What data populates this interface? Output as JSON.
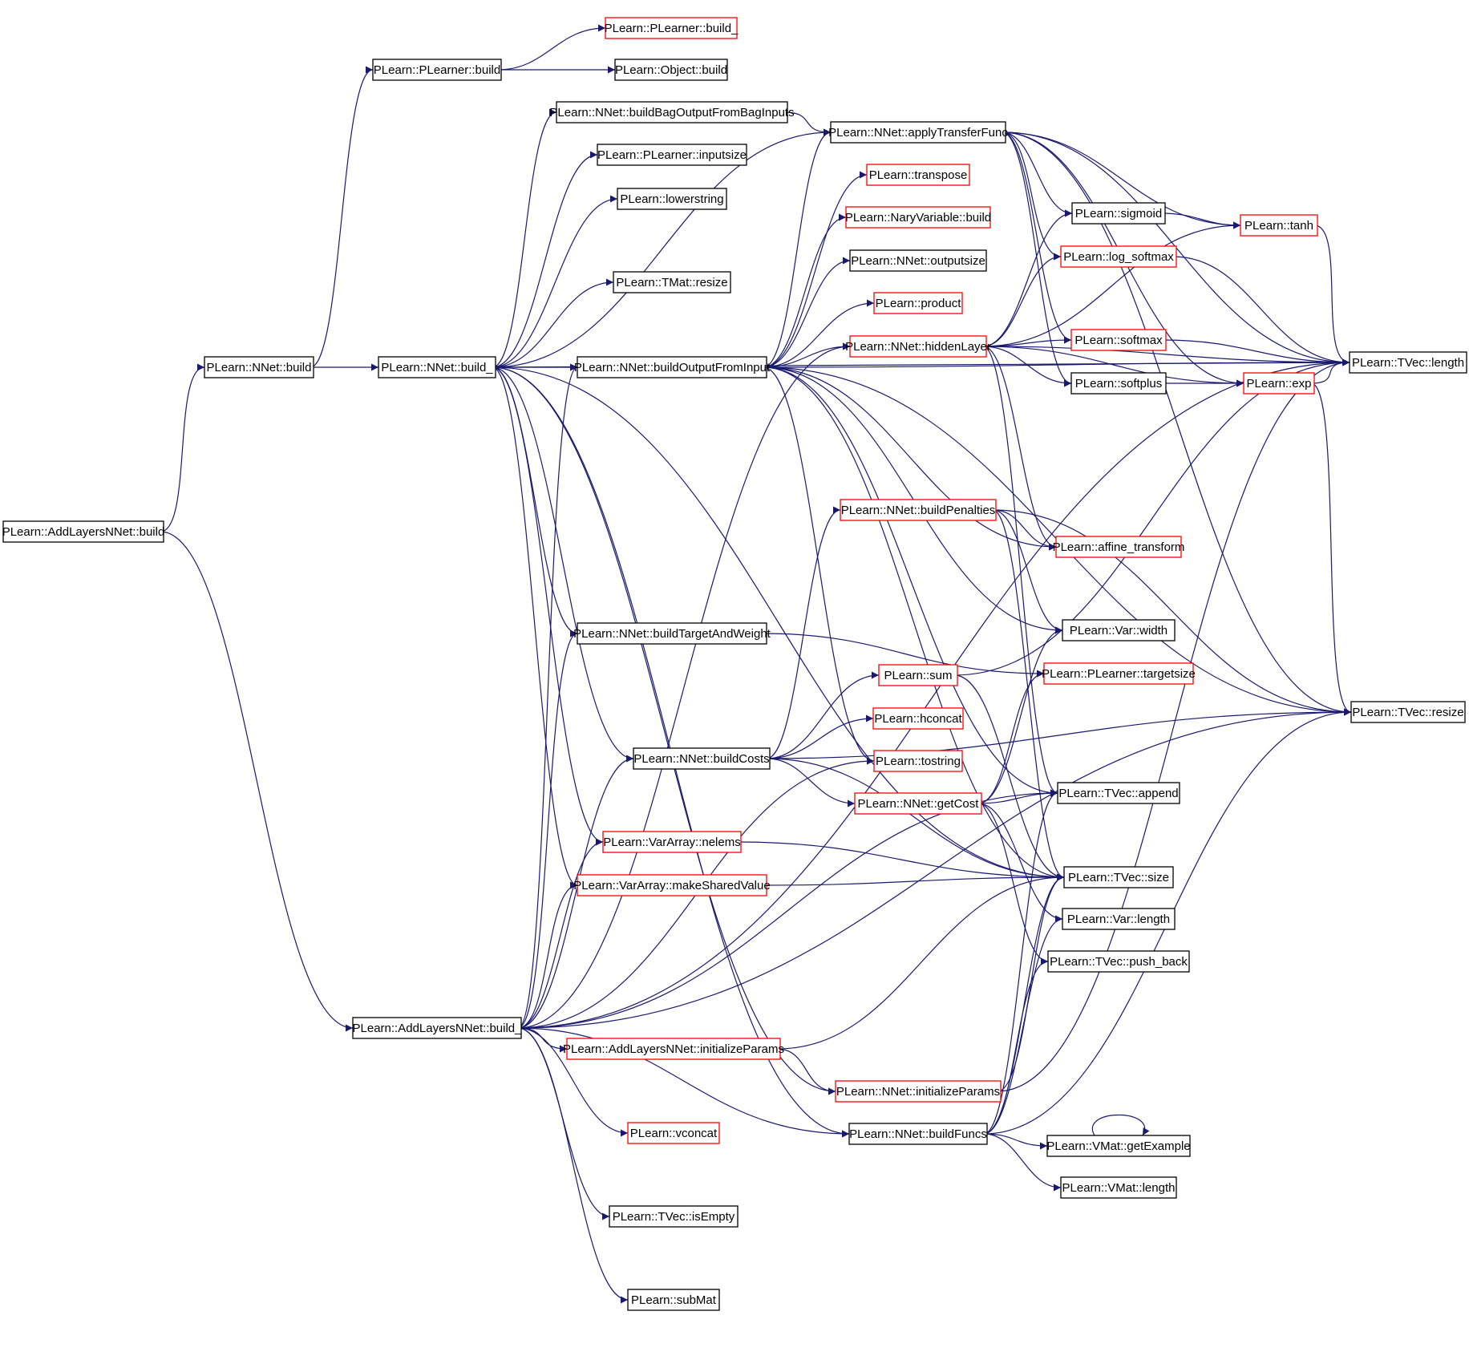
{
  "diagram": {
    "type": "call-graph",
    "root": "PLearn::AddLayersNNet::build",
    "colors": {
      "edge": "#191970",
      "node_border_black": "#000000",
      "node_border_red": "#ff0000",
      "root_fill": "#bfbfbf",
      "node_fill": "#ffffff"
    },
    "nodes": [
      {
        "id": "aln_build",
        "label": "PLearn::AddLayersNNet::build",
        "border": "black",
        "root": true
      },
      {
        "id": "nnet_build",
        "label": "PLearn::NNet::build",
        "border": "black"
      },
      {
        "id": "pl_build",
        "label": "PLearn::PLearner::build",
        "border": "black"
      },
      {
        "id": "pl_build_",
        "label": "PLearn::PLearner::build_",
        "border": "red"
      },
      {
        "id": "obj_build",
        "label": "PLearn::Object::build",
        "border": "black"
      },
      {
        "id": "nnet_build_",
        "label": "PLearn::NNet::build_",
        "border": "black"
      },
      {
        "id": "bbo",
        "label": "PLearn::NNet::buildBagOutputFromBagInputs",
        "border": "black"
      },
      {
        "id": "inputsize",
        "label": "PLearn::PLearner::inputsize",
        "border": "black"
      },
      {
        "id": "lowerstring",
        "label": "PLearn::lowerstring",
        "border": "black"
      },
      {
        "id": "tmat_resize",
        "label": "PLearn::TMat::resize",
        "border": "black"
      },
      {
        "id": "bofi",
        "label": "PLearn::NNet::buildOutputFromInput",
        "border": "black"
      },
      {
        "id": "atf",
        "label": "PLearn::NNet::applyTransferFunc",
        "border": "black"
      },
      {
        "id": "transpose",
        "label": "PLearn::transpose",
        "border": "red"
      },
      {
        "id": "nvb",
        "label": "PLearn::NaryVariable::build",
        "border": "red"
      },
      {
        "id": "outputsize",
        "label": "PLearn::NNet::outputsize",
        "border": "black"
      },
      {
        "id": "product",
        "label": "PLearn::product",
        "border": "red"
      },
      {
        "id": "hidden",
        "label": "PLearn::NNet::hiddenLayer",
        "border": "red"
      },
      {
        "id": "sigmoid",
        "label": "PLearn::sigmoid",
        "border": "black"
      },
      {
        "id": "logsoftmax",
        "label": "PLearn::log_softmax",
        "border": "red"
      },
      {
        "id": "softmax",
        "label": "PLearn::softmax",
        "border": "red"
      },
      {
        "id": "softplus",
        "label": "PLearn::softplus",
        "border": "black"
      },
      {
        "id": "tanh",
        "label": "PLearn::tanh",
        "border": "red"
      },
      {
        "id": "exp",
        "label": "PLearn::exp",
        "border": "red"
      },
      {
        "id": "tvec_length",
        "label": "PLearn::TVec::length",
        "border": "black"
      },
      {
        "id": "penalties",
        "label": "PLearn::NNet::buildPenalties",
        "border": "red"
      },
      {
        "id": "affine",
        "label": "PLearn::affine_transform",
        "border": "red"
      },
      {
        "id": "btw",
        "label": "PLearn::NNet::buildTargetAndWeight",
        "border": "black"
      },
      {
        "id": "var_width",
        "label": "PLearn::Var::width",
        "border": "black"
      },
      {
        "id": "targetsize",
        "label": "PLearn::PLearner::targetsize",
        "border": "red"
      },
      {
        "id": "tvec_resize",
        "label": "PLearn::TVec::resize",
        "border": "black"
      },
      {
        "id": "sum",
        "label": "PLearn::sum",
        "border": "red"
      },
      {
        "id": "hconcat",
        "label": "PLearn::hconcat",
        "border": "red"
      },
      {
        "id": "costs",
        "label": "PLearn::NNet::buildCosts",
        "border": "black"
      },
      {
        "id": "tostring",
        "label": "PLearn::tostring",
        "border": "red"
      },
      {
        "id": "getcost",
        "label": "PLearn::NNet::getCost",
        "border": "red"
      },
      {
        "id": "append",
        "label": "PLearn::TVec::append",
        "border": "black"
      },
      {
        "id": "nelems",
        "label": "PLearn::VarArray::nelems",
        "border": "red"
      },
      {
        "id": "msv",
        "label": "PLearn::VarArray::makeSharedValue",
        "border": "red"
      },
      {
        "id": "tvec_size",
        "label": "PLearn::TVec::size",
        "border": "black"
      },
      {
        "id": "var_length",
        "label": "PLearn::Var::length",
        "border": "black"
      },
      {
        "id": "push_back",
        "label": "PLearn::TVec::push_back",
        "border": "black"
      },
      {
        "id": "aln_build_",
        "label": "PLearn::AddLayersNNet::build_",
        "border": "black"
      },
      {
        "id": "aln_init",
        "label": "PLearn::AddLayersNNet::initializeParams",
        "border": "red"
      },
      {
        "id": "nnet_init",
        "label": "PLearn::NNet::initializeParams",
        "border": "red"
      },
      {
        "id": "funcs",
        "label": "PLearn::NNet::buildFuncs",
        "border": "black"
      },
      {
        "id": "vconcat",
        "label": "PLearn::vconcat",
        "border": "red"
      },
      {
        "id": "get_example",
        "label": "PLearn::VMat::getExample",
        "border": "black"
      },
      {
        "id": "vmat_length",
        "label": "PLearn::VMat::length",
        "border": "black"
      },
      {
        "id": "isempty",
        "label": "PLearn::TVec::isEmpty",
        "border": "black"
      },
      {
        "id": "submat",
        "label": "PLearn::subMat",
        "border": "black"
      }
    ],
    "edges": [
      [
        "aln_build",
        "nnet_build"
      ],
      [
        "aln_build",
        "aln_build_"
      ],
      [
        "nnet_build",
        "pl_build"
      ],
      [
        "nnet_build",
        "nnet_build_"
      ],
      [
        "pl_build",
        "pl_build_"
      ],
      [
        "pl_build",
        "obj_build"
      ],
      [
        "nnet_build_",
        "bbo"
      ],
      [
        "nnet_build_",
        "inputsize"
      ],
      [
        "nnet_build_",
        "lowerstring"
      ],
      [
        "nnet_build_",
        "tmat_resize"
      ],
      [
        "nnet_build_",
        "bofi"
      ],
      [
        "nnet_build_",
        "atf"
      ],
      [
        "nnet_build_",
        "tvec_length"
      ],
      [
        "nnet_build_",
        "btw"
      ],
      [
        "nnet_build_",
        "costs"
      ],
      [
        "nnet_build_",
        "nelems"
      ],
      [
        "nnet_build_",
        "msv"
      ],
      [
        "nnet_build_",
        "nnet_init"
      ],
      [
        "nnet_build_",
        "funcs"
      ],
      [
        "nnet_build_",
        "tvec_size"
      ],
      [
        "bbo",
        "atf"
      ],
      [
        "bofi",
        "atf"
      ],
      [
        "bofi",
        "transpose"
      ],
      [
        "bofi",
        "nvb"
      ],
      [
        "bofi",
        "outputsize"
      ],
      [
        "bofi",
        "product"
      ],
      [
        "bofi",
        "hidden"
      ],
      [
        "bofi",
        "tvec_length"
      ],
      [
        "bofi",
        "affine"
      ],
      [
        "bofi",
        "var_width"
      ],
      [
        "bofi",
        "tvec_resize"
      ],
      [
        "bofi",
        "append"
      ],
      [
        "bofi",
        "tvec_size"
      ],
      [
        "bofi",
        "tostring"
      ],
      [
        "atf",
        "tvec_length"
      ],
      [
        "atf",
        "sigmoid"
      ],
      [
        "atf",
        "logsoftmax"
      ],
      [
        "atf",
        "softmax"
      ],
      [
        "atf",
        "softplus"
      ],
      [
        "atf",
        "tanh"
      ],
      [
        "atf",
        "exp"
      ],
      [
        "atf",
        "tvec_resize"
      ],
      [
        "hidden",
        "tanh"
      ],
      [
        "hidden",
        "sigmoid"
      ],
      [
        "hidden",
        "logsoftmax"
      ],
      [
        "hidden",
        "softmax"
      ],
      [
        "hidden",
        "softplus"
      ],
      [
        "hidden",
        "exp"
      ],
      [
        "hidden",
        "tvec_length"
      ],
      [
        "hidden",
        "affine"
      ],
      [
        "hidden",
        "append"
      ],
      [
        "sigmoid",
        "tanh"
      ],
      [
        "softplus",
        "exp"
      ],
      [
        "exp",
        "tvec_length"
      ],
      [
        "exp",
        "tvec_resize"
      ],
      [
        "tanh",
        "tvec_length"
      ],
      [
        "logsoftmax",
        "tvec_length"
      ],
      [
        "softmax",
        "tvec_length"
      ],
      [
        "penalties",
        "affine"
      ],
      [
        "penalties",
        "var_width"
      ],
      [
        "penalties",
        "tvec_resize"
      ],
      [
        "penalties",
        "tvec_size"
      ],
      [
        "btw",
        "targetsize"
      ],
      [
        "costs",
        "penalties"
      ],
      [
        "costs",
        "sum"
      ],
      [
        "costs",
        "hconcat"
      ],
      [
        "costs",
        "getcost"
      ],
      [
        "costs",
        "tvec_resize"
      ],
      [
        "costs",
        "tvec_size"
      ],
      [
        "sum",
        "tvec_length"
      ],
      [
        "sum",
        "tvec_size"
      ],
      [
        "getcost",
        "append"
      ],
      [
        "getcost",
        "var_width"
      ],
      [
        "getcost",
        "targetsize"
      ],
      [
        "getcost",
        "var_length"
      ],
      [
        "getcost",
        "push_back"
      ],
      [
        "nelems",
        "tvec_size"
      ],
      [
        "msv",
        "tvec_size"
      ],
      [
        "aln_build_",
        "bofi"
      ],
      [
        "aln_build_",
        "hidden"
      ],
      [
        "aln_build_",
        "btw"
      ],
      [
        "aln_build_",
        "costs"
      ],
      [
        "aln_build_",
        "nelems"
      ],
      [
        "aln_build_",
        "msv"
      ],
      [
        "aln_build_",
        "append"
      ],
      [
        "aln_build_",
        "aln_init"
      ],
      [
        "aln_build_",
        "vconcat"
      ],
      [
        "aln_build_",
        "tostring"
      ],
      [
        "aln_build_",
        "isempty"
      ],
      [
        "aln_build_",
        "submat"
      ],
      [
        "aln_build_",
        "funcs"
      ],
      [
        "aln_build_",
        "tvec_resize"
      ],
      [
        "aln_build_",
        "tvec_length"
      ],
      [
        "aln_init",
        "nnet_init"
      ],
      [
        "aln_init",
        "tvec_size"
      ],
      [
        "nnet_init",
        "tvec_length"
      ],
      [
        "nnet_init",
        "tvec_size"
      ],
      [
        "funcs",
        "get_example"
      ],
      [
        "funcs",
        "vmat_length"
      ],
      [
        "funcs",
        "tvec_resize"
      ],
      [
        "funcs",
        "tvec_size"
      ],
      [
        "funcs",
        "var_length"
      ],
      [
        "funcs",
        "push_back"
      ],
      [
        "funcs",
        "append"
      ],
      [
        "get_example",
        "get_example"
      ]
    ]
  }
}
